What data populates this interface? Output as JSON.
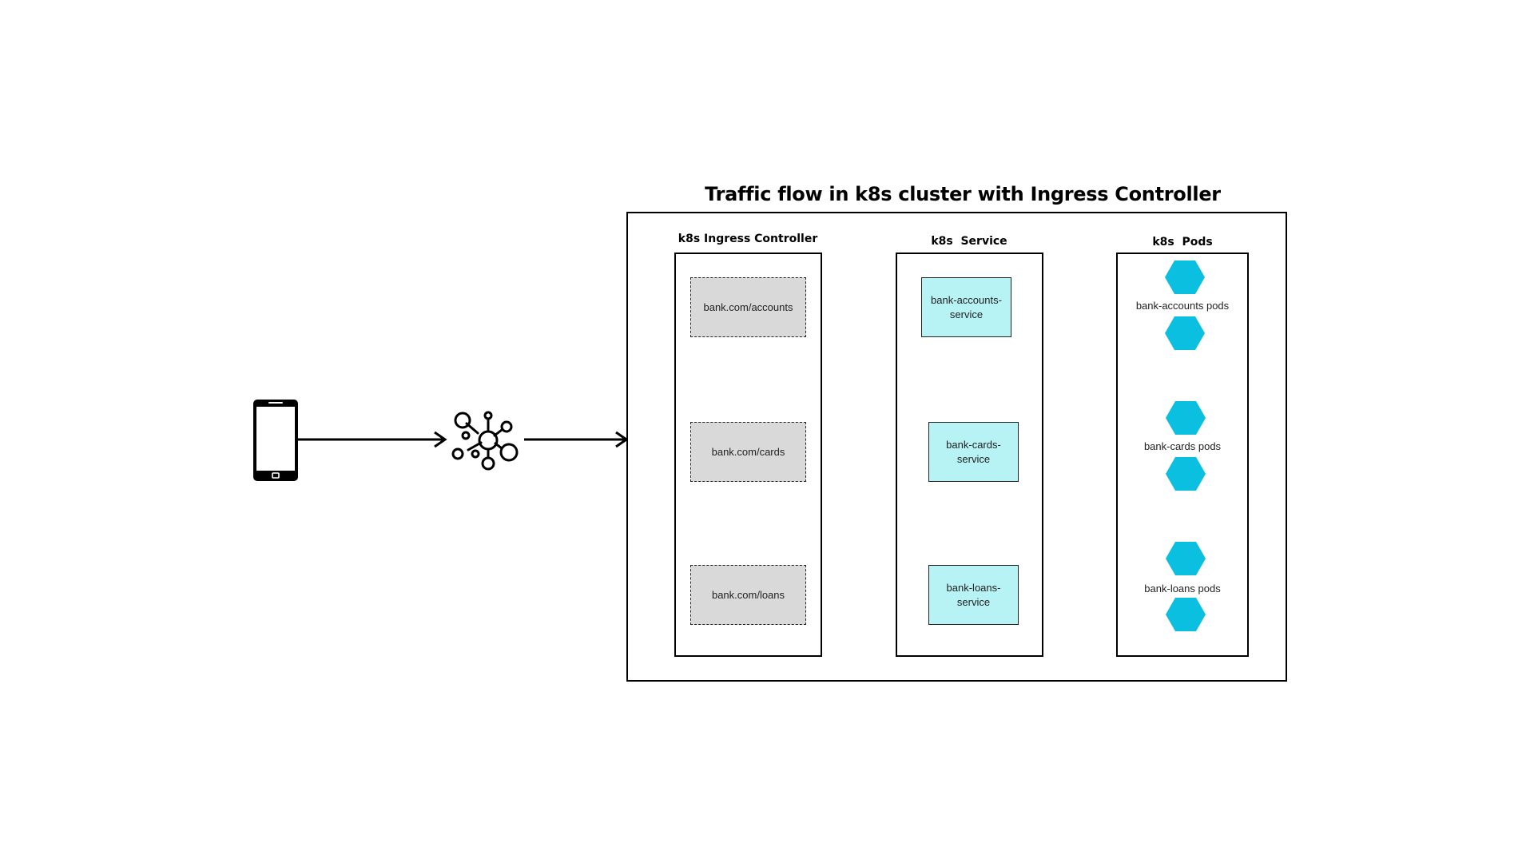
{
  "title": "Traffic flow in k8s cluster with Ingress Controller",
  "columns": {
    "ingress": {
      "header": "k8s Ingress Controller",
      "routes": [
        "bank.com/accounts",
        "bank.com/cards",
        "bank.com/loans"
      ]
    },
    "service": {
      "header": "k8s  Service",
      "services": [
        "bank-accounts-service",
        "bank-cards-service",
        "bank-loans-service"
      ]
    },
    "pods": {
      "header": "k8s  Pods",
      "groups": [
        "bank-accounts pods",
        "bank-cards pods",
        "bank-loans pods"
      ]
    }
  },
  "icons": {
    "client": "mobile-phone-icon",
    "network": "network-hub-icon",
    "pod": "hexagon-pod-icon"
  },
  "colors": {
    "route_fill": "#d9d9d9",
    "service_fill": "#b7f2f4",
    "pod_fill": "#0bbfe0",
    "line": "#000000"
  }
}
